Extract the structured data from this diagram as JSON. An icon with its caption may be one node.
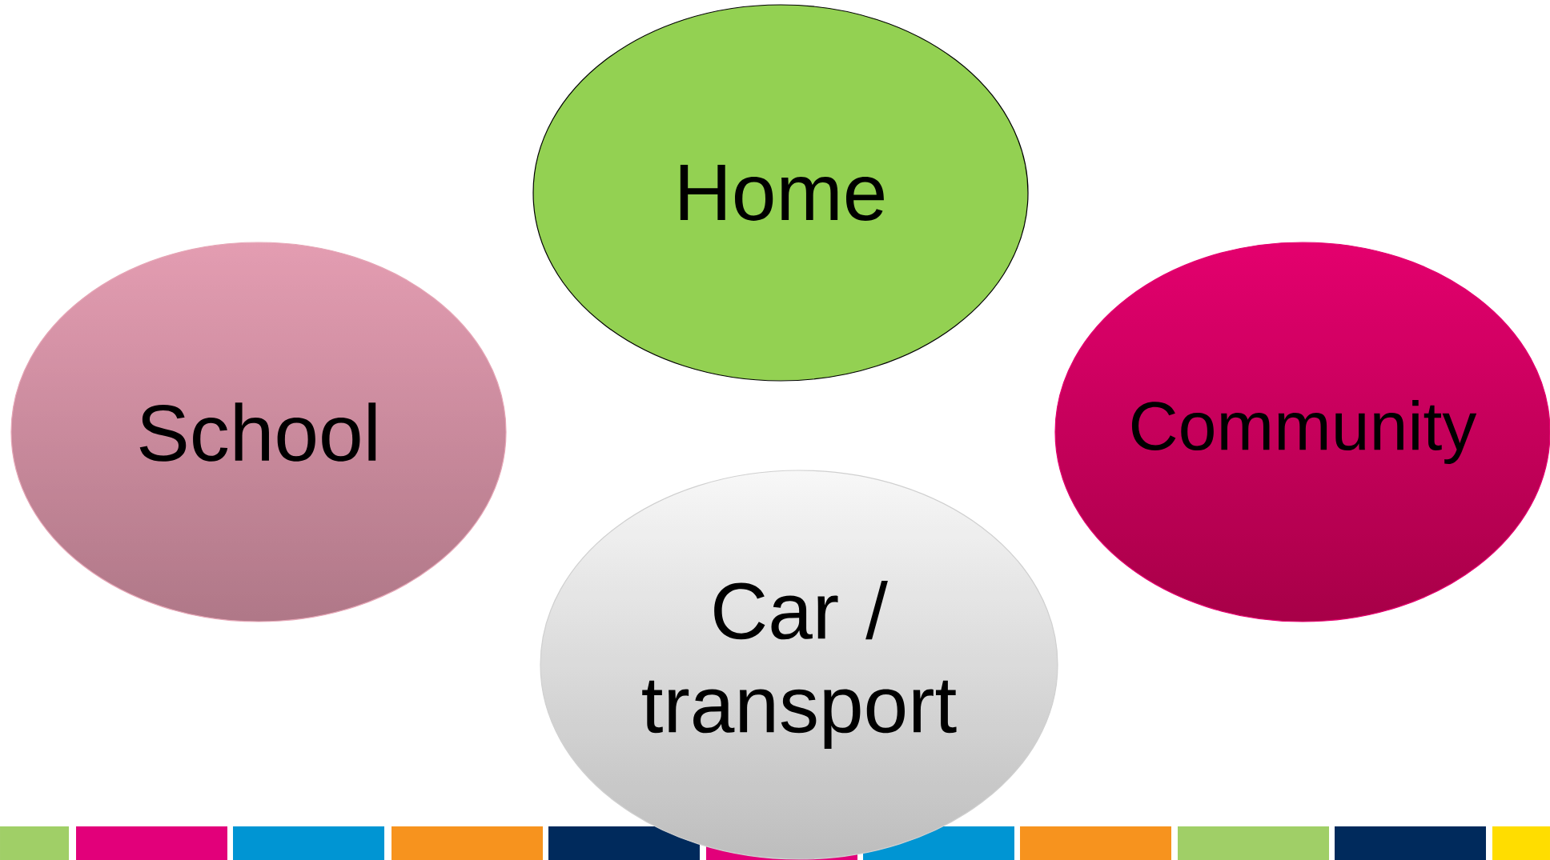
{
  "diagram": {
    "nodes": [
      {
        "text": [
          "Home"
        ]
      },
      {
        "text": [
          "School"
        ]
      },
      {
        "text": [
          "Community"
        ]
      },
      {
        "text": [
          "Car / transport"
        ]
      }
    ]
  }
}
